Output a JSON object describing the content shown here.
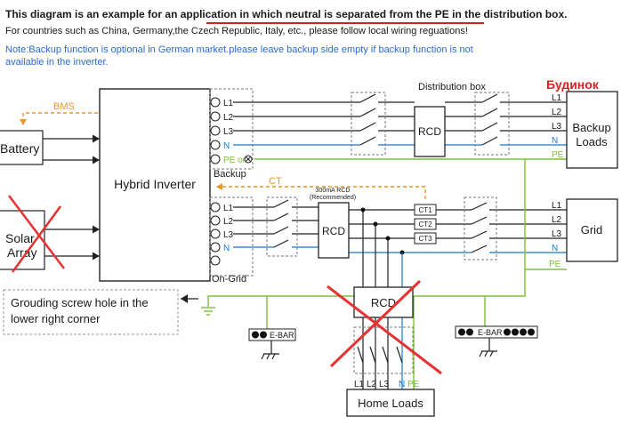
{
  "header": {
    "title_pre": "This diagram is an example for an application in ",
    "title_hl": "which neutral is separated from the PE in the distribution box.",
    "countries": "For countries such as China, Germany,the Czech Republic, Italy, etc., please follow local wiring reguations!",
    "note_line1": "Note:Backup function is optional in German market.please leave backup side empty if backup function is not",
    "note_line2": "available in the inverter."
  },
  "annotation": {
    "text": "Будинок",
    "color": "#e02020"
  },
  "colors": {
    "neutral": "#1a78c8",
    "pe": "#7dbf3a",
    "signal": "#e8962a",
    "note": "#2a6ad4",
    "cross": "#e53232"
  },
  "labels": {
    "bms": "BMS",
    "ct": "CT",
    "battery": "Battery",
    "solar1": "Solar",
    "solar2": "Array",
    "inverter": "Hybrid Inverter",
    "backup": "Backup",
    "ongrid": "On-Grid",
    "pe_or": "PE or",
    "distribution_box": "Distribution box",
    "rcd": "RCD",
    "rcd300_1": "300mA RCD",
    "rcd300_2": "(Recommended)",
    "backup_loads1": "Backup",
    "backup_loads2": "Loads",
    "grid": "Grid",
    "ground_note1": "Grouding screw hole  in the",
    "ground_note2": "lower right corner",
    "ebar": "E-BAR",
    "home_loads": "Home Loads",
    "l1": "L1",
    "l2": "L2",
    "l3": "L3",
    "n": "N",
    "pe": "PE",
    "ct1": "CT1",
    "ct2": "CT2",
    "ct3": "CT3"
  }
}
